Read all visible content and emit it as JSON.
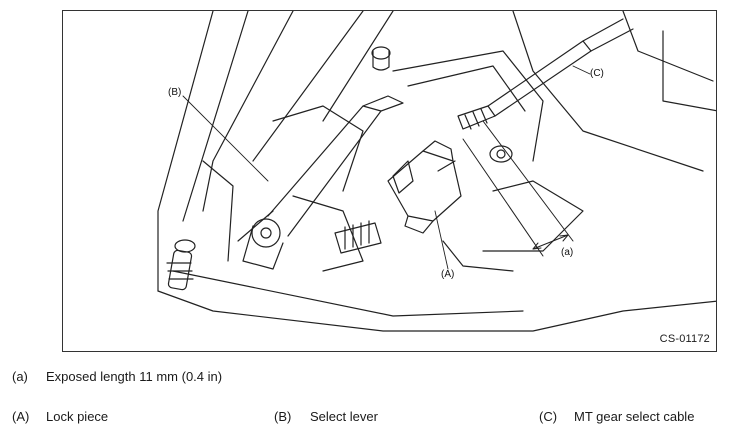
{
  "figure": {
    "code": "CS-01172",
    "callouts": {
      "a": "(a)",
      "A": "(A)",
      "B": "(B)",
      "C": "(C)"
    }
  },
  "legend": [
    {
      "key": "(a)",
      "text": "Exposed length 11 mm (0.4 in)"
    },
    {
      "key": "(A)",
      "text": "Lock piece"
    },
    {
      "key": "(B)",
      "text": "Select lever"
    },
    {
      "key": "(C)",
      "text": "MT gear select cable"
    }
  ]
}
